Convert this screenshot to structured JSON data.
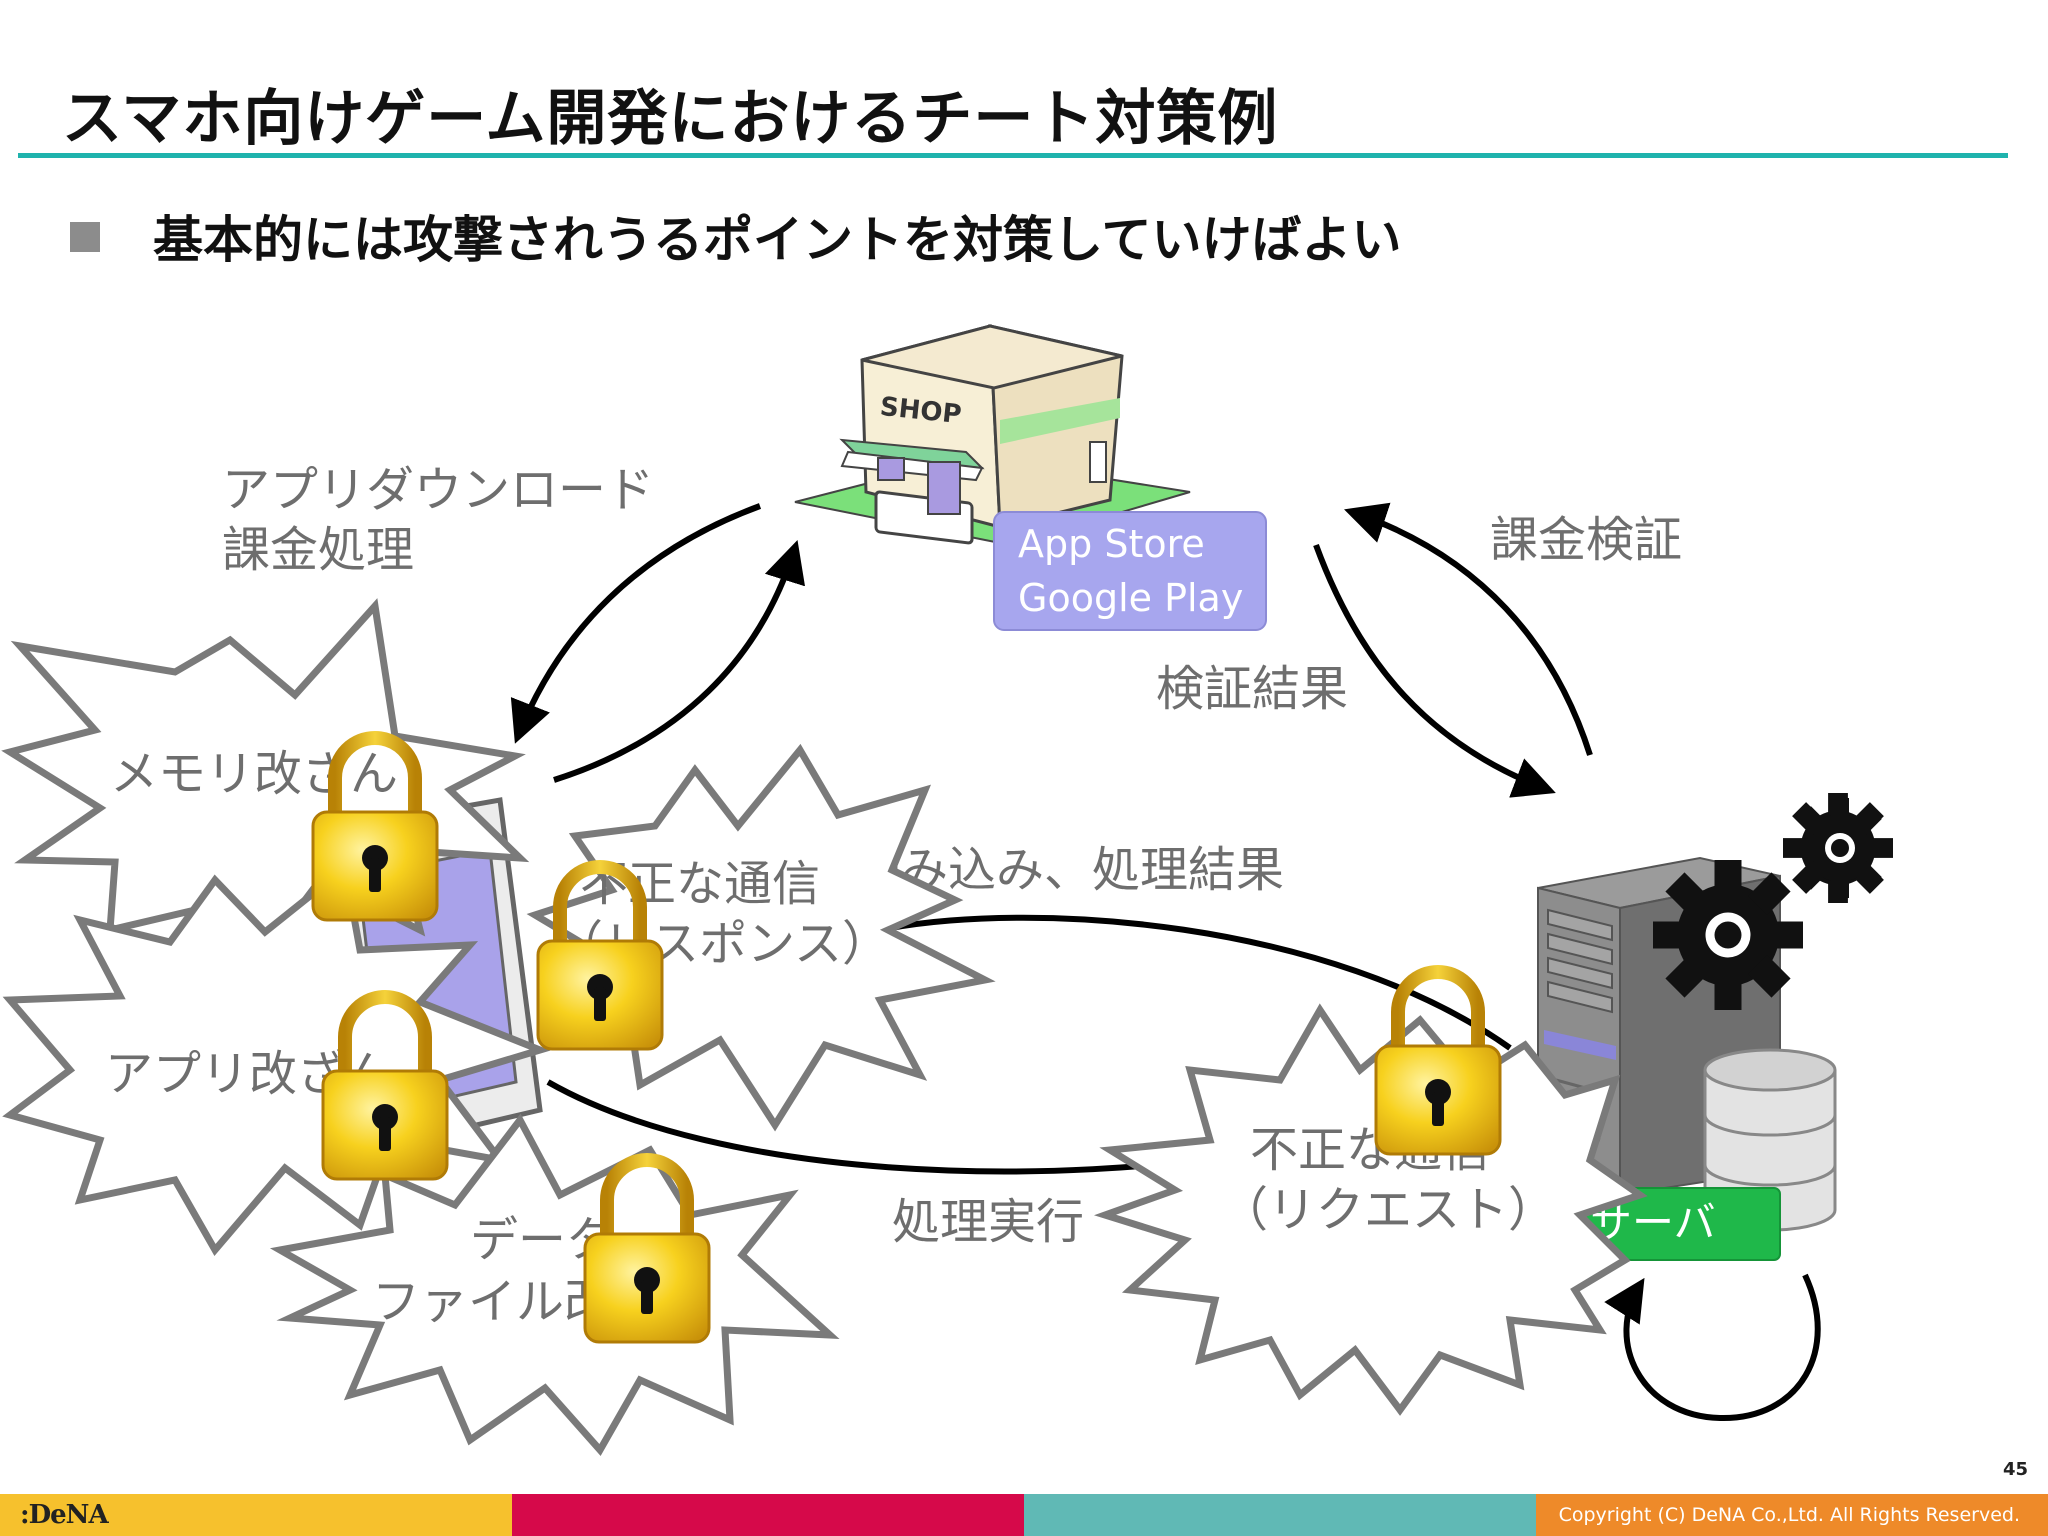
{
  "slide": {
    "title": "スマホ向けゲーム開発におけるチート対策例",
    "bullet": "基本的には攻撃されうるポイントを対策していけばよい",
    "page_number": "45"
  },
  "diagram": {
    "shop_sign": "SHOP",
    "store_label_line1": "App Store",
    "store_label_line2": "Google Play",
    "server_label": "サーバ",
    "download_line1": "アプリダウンロード",
    "download_line2": "課金処理",
    "billing_verify": "課金検証",
    "verify_result": "検証結果",
    "read_result": "読み込み、処理結果",
    "process_exec": "処理実行",
    "attacks": {
      "memory": "メモリ改ざん",
      "bad_comm_resp_line1": "不正な通信",
      "bad_comm_resp_line2": "（レスポンス）",
      "app_tamper": "アプリ改ざん",
      "data_file_line1": "データ",
      "data_file_line2": "ファイル改ざん",
      "bad_comm_req_line1": "不正な通信",
      "bad_comm_req_line2": "（リクエスト）"
    }
  },
  "footer": {
    "logo": ":DeNA",
    "copyright": "Copyright (C) DeNA Co.,Ltd. All Rights Reserved."
  },
  "colors": {
    "title_rule": "#1fb3ad",
    "store_box": "#a7a6ee",
    "server_box": "#1fb84a",
    "footer_yellow": "#f6c12d",
    "footer_red": "#d6094a",
    "footer_teal": "#60b9b5",
    "footer_orange": "#ee8a29"
  }
}
